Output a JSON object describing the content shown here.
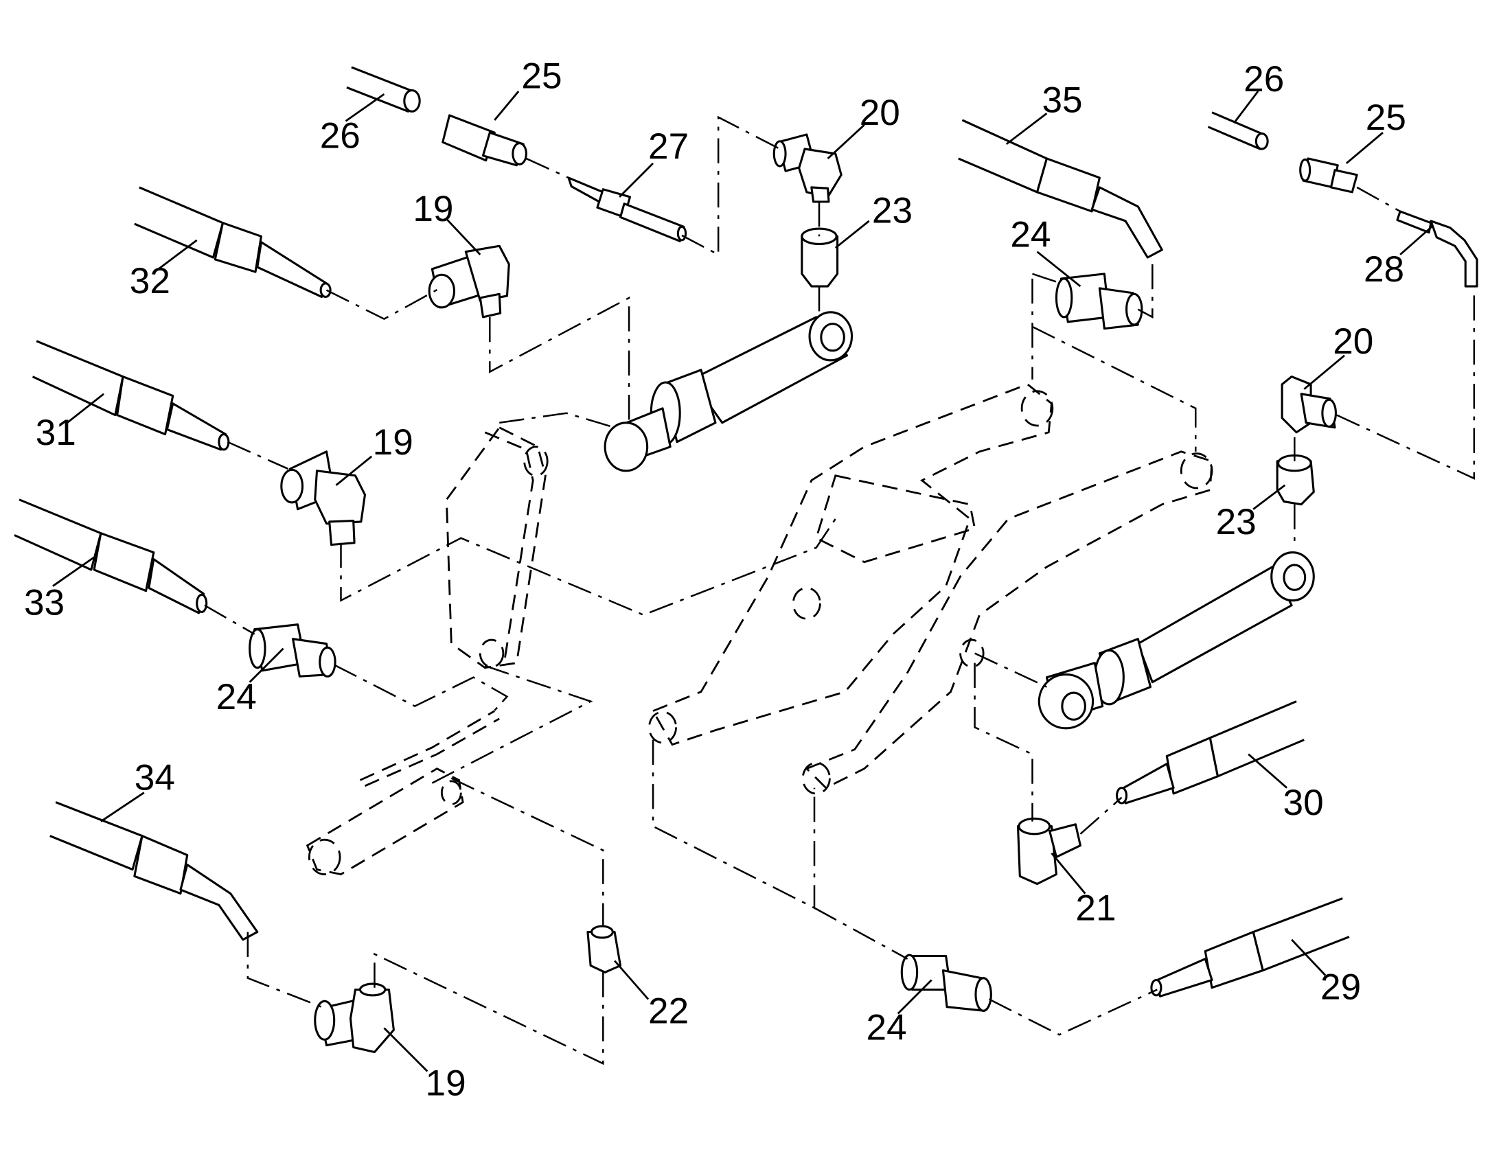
{
  "diagram": {
    "callouts": [
      "19",
      "20",
      "21",
      "22",
      "23",
      "24",
      "25",
      "26",
      "27",
      "28",
      "29",
      "30",
      "31",
      "32",
      "33",
      "34",
      "35"
    ]
  }
}
